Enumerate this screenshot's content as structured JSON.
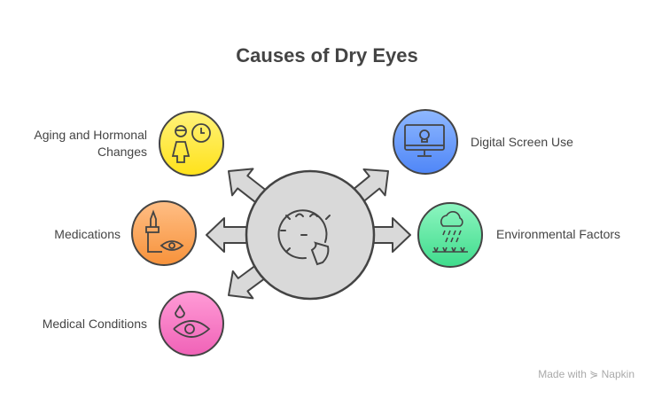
{
  "title": "Causes of Dry Eyes",
  "center": {
    "icon": "dry-face-icon",
    "color": "#d9d9d9"
  },
  "causes": [
    {
      "label": "Aging and Hormonal Changes",
      "icon": "person-clock-icon",
      "colors": [
        "#fff27a",
        "#ffe21a"
      ]
    },
    {
      "label": "Medications",
      "icon": "eyedrop-bottle-icon",
      "colors": [
        "#ffbe85",
        "#f7923a"
      ]
    },
    {
      "label": "Medical Conditions",
      "icon": "tear-eye-icon",
      "colors": [
        "#ff9bd6",
        "#f062b7"
      ]
    },
    {
      "label": "Digital Screen Use",
      "icon": "monitor-icon",
      "colors": [
        "#8fb8ff",
        "#4f86f7"
      ]
    },
    {
      "label": "Environmental Factors",
      "icon": "rain-grass-icon",
      "colors": [
        "#8df5c0",
        "#3fdc8c"
      ]
    }
  ],
  "footer": "Made with ⋟ Napkin"
}
